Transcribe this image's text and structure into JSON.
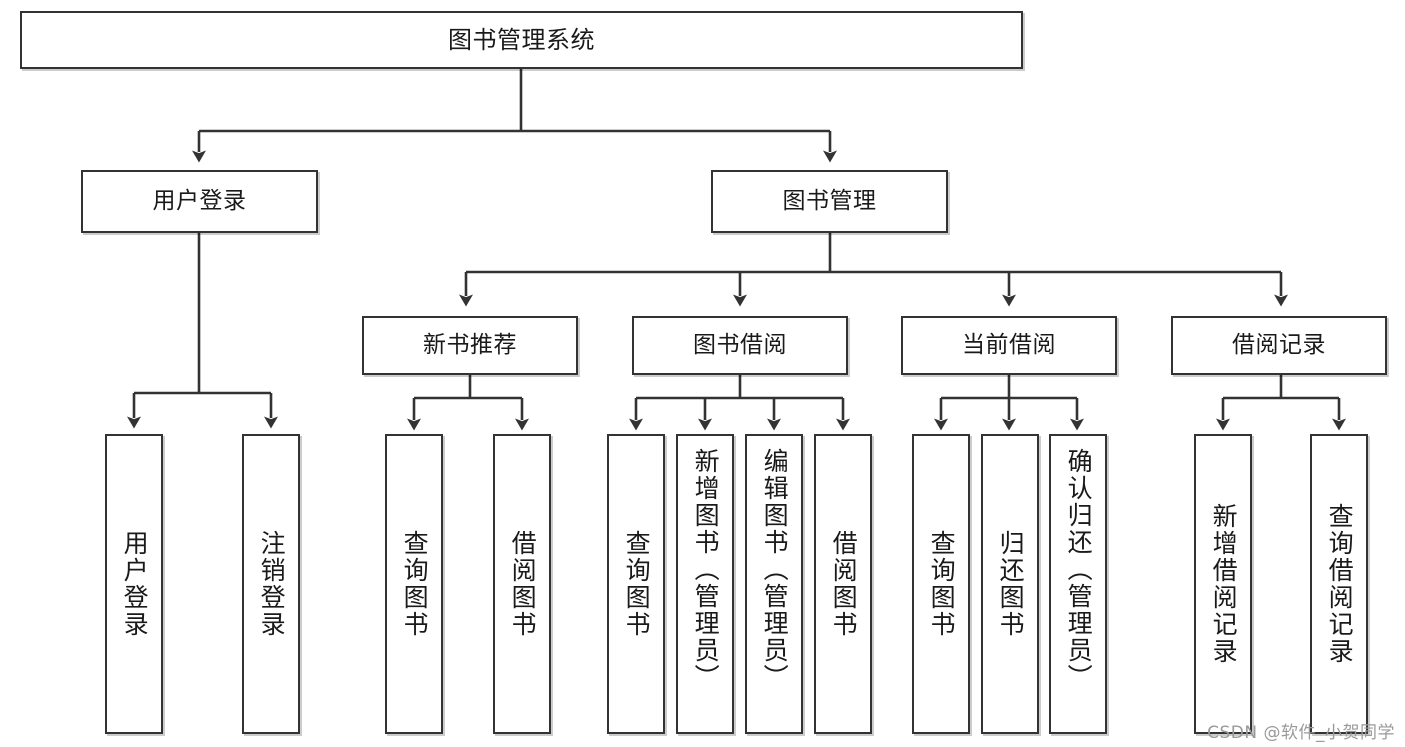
{
  "diagram": {
    "title": "图书管理系统",
    "type": "tree-structure-chart",
    "watermark": "CSDN @软件_小贺同学",
    "colors": {
      "node_border": "#333333",
      "node_fill": "#ffffff",
      "edge": "#333333",
      "text": "#1a1a1a",
      "watermark": "#9a9a9a",
      "background": "#ffffff"
    },
    "nodes": {
      "root": {
        "label": "图书管理系统"
      },
      "level2": [
        {
          "id": "user-login",
          "label": "用户登录"
        },
        {
          "id": "book-manage",
          "label": "图书管理"
        }
      ],
      "level3": [
        {
          "id": "new-book-recommend",
          "label": "新书推荐"
        },
        {
          "id": "book-borrow",
          "label": "图书借阅"
        },
        {
          "id": "current-borrow",
          "label": "当前借阅"
        },
        {
          "id": "borrow-record",
          "label": "借阅记录"
        }
      ],
      "leaves": {
        "user-login": [
          {
            "id": "leaf-user-login",
            "label": "用户登录"
          },
          {
            "id": "leaf-logout-login",
            "label": "注销登录"
          }
        ],
        "new-book-recommend": [
          {
            "id": "leaf-query-book-1",
            "label": "查询图书"
          },
          {
            "id": "leaf-borrow-book-1",
            "label": "借阅图书"
          }
        ],
        "book-borrow": [
          {
            "id": "leaf-query-book-2",
            "label": "查询图书"
          },
          {
            "id": "leaf-add-book",
            "label": "新增图书（管理员）"
          },
          {
            "id": "leaf-edit-book",
            "label": "编辑图书（管理员）"
          },
          {
            "id": "leaf-borrow-book-2",
            "label": "借阅图书"
          }
        ],
        "current-borrow": [
          {
            "id": "leaf-query-book-3",
            "label": "查询图书"
          },
          {
            "id": "leaf-return-book",
            "label": "归还图书"
          },
          {
            "id": "leaf-confirm-return",
            "label": "确认归还（管理员）"
          }
        ],
        "borrow-record": [
          {
            "id": "leaf-add-record",
            "label": "新增借阅记录"
          },
          {
            "id": "leaf-query-record",
            "label": "查询借阅记录"
          }
        ]
      }
    }
  }
}
